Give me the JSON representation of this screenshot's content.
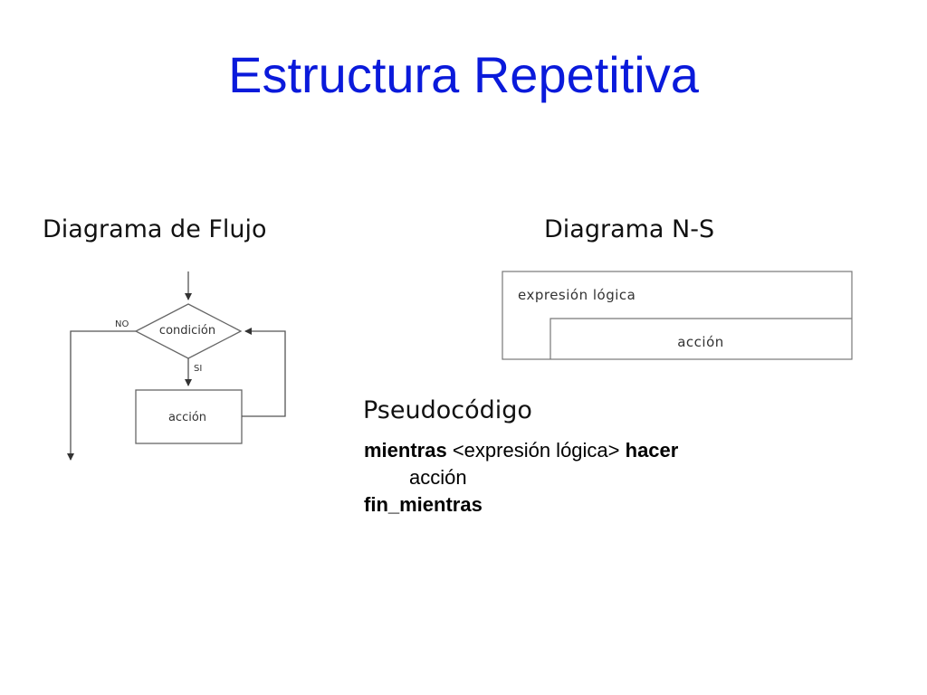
{
  "title": "Estructura Repetitiva",
  "flow_diagram": {
    "heading": "Diagrama de Flujo",
    "condition": "condición",
    "no_label": "NO",
    "yes_label": "SI",
    "action": "acción"
  },
  "ns_diagram": {
    "heading": "Diagrama N-S",
    "expression": "expresión lógica",
    "action": "acción"
  },
  "pseudocode": {
    "heading": "Pseudocódigo",
    "line1_kw1": "mientras",
    "line1_expr": " <expresión lógica> ",
    "line1_kw2": "hacer",
    "line2": "acción",
    "line3": "fin_mientras"
  },
  "colors": {
    "title": "#0a1adb",
    "lines": "#555555",
    "text": "#000000"
  }
}
